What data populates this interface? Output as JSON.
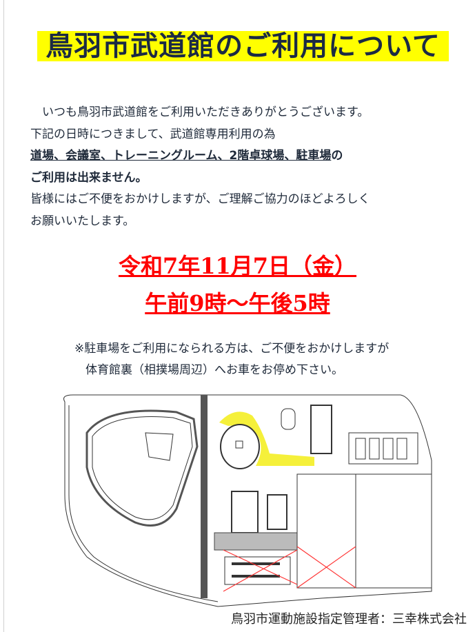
{
  "title": "鳥羽市武道館のご利用について",
  "body": {
    "line1": "　いつも鳥羽市武道館をご利用いただきありがとうございます。",
    "line2": "下記の日時につきまして、武道館専用利用の為",
    "line3_underlined": "道場、会議室、トレーニングルーム、2階卓球場、駐車場",
    "line3_tail": "の",
    "line4": "ご利用は出来ません。",
    "line5": "皆様にはご不便をおかけしますが、ご理解ご協力のほどよろしく",
    "line6": "お願いいたします。"
  },
  "schedule": {
    "date": "令和7年11月7日（金）",
    "time": "午前9時～午後5時"
  },
  "note": {
    "line1": "※駐車場をご利用になられる方は、ご不便をおかけしますが",
    "line2": "体育館裏（相撲場周辺）へお車をお停め下さい。"
  },
  "colors": {
    "highlight": "#ffff00",
    "alert": "#ff0000",
    "route": "#f5f03a"
  },
  "footer": "鳥羽市運動施設指定管理者：三幸株式会社"
}
